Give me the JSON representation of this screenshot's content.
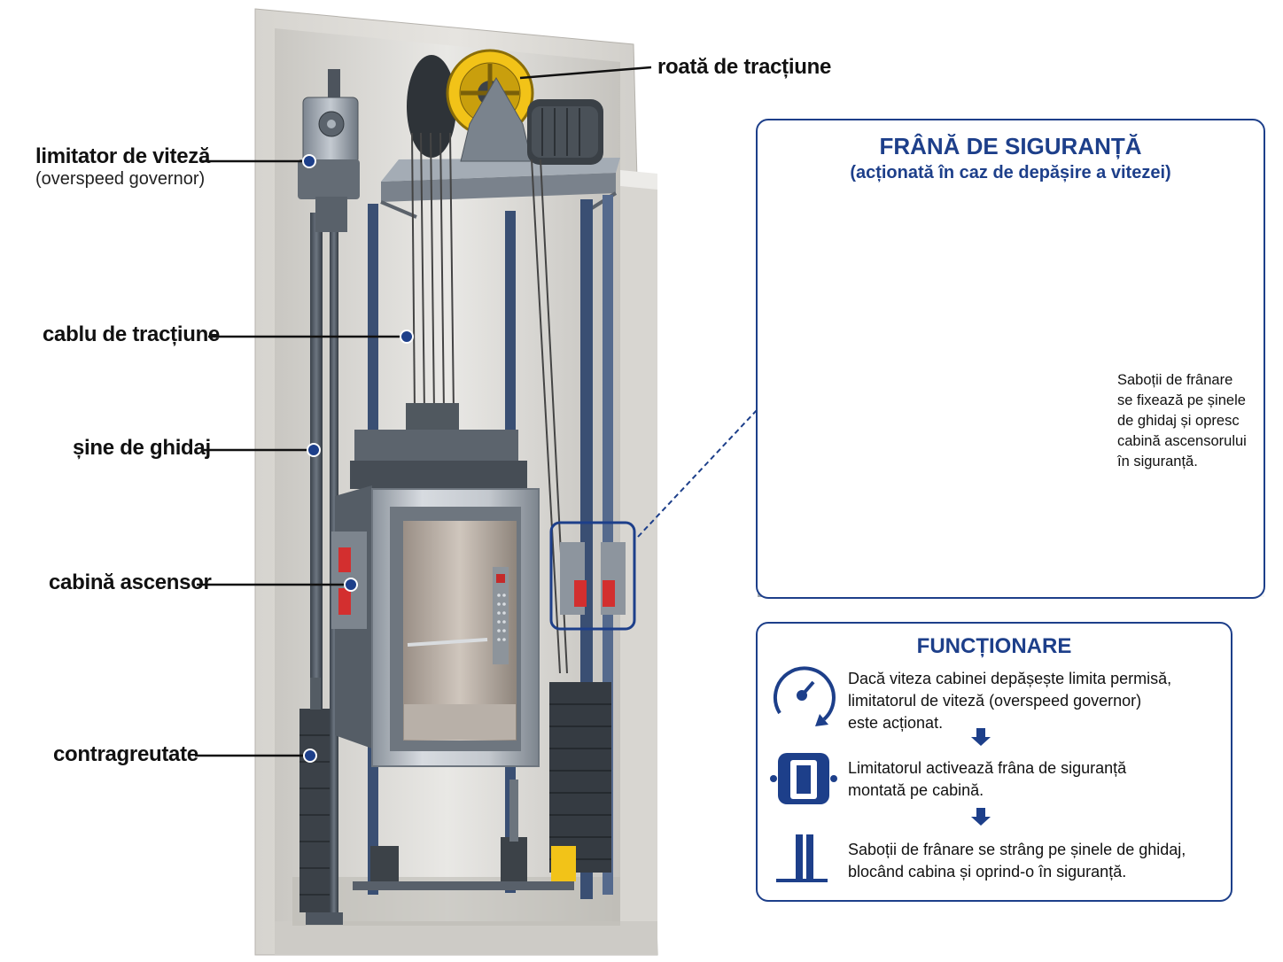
{
  "colors": {
    "accent_blue": "#1d3f8a",
    "brake_red": "#d32f2f",
    "sheave_yellow": "#f2c318",
    "concrete": "#dcdad5",
    "steel": "#9aa3ad"
  },
  "callouts": {
    "governor_main": "limitator de viteză",
    "governor_sub": "(overspeed governor)",
    "cable": "cablu de tracțiune",
    "rails": "șine de ghidaj",
    "cabin": "cabină ascensor",
    "counterweight": "contragreutate",
    "sheave": "roată de tracțiune"
  },
  "brake_panel": {
    "title": "FRÂNĂ DE SIGURANȚĂ",
    "subtitle": "(acționată în caz de depășire a vitezei)",
    "note_lines": [
      "Saboții de frânare",
      "se fixează pe șinele",
      "de ghidaj și opresc",
      "cabină ascensorului",
      "în siguranță."
    ]
  },
  "function_panel": {
    "title": "FUNCȚIONARE",
    "steps": [
      {
        "icon": "speedometer-icon",
        "lines": [
          "Dacă viteza cabinei depășește limita permisă,",
          "limitatorul de viteză (overspeed governor)",
          "este acționat."
        ]
      },
      {
        "icon": "brake-caliper-icon",
        "lines": [
          "Limitatorul activează frâna de siguranță",
          "montată pe cabină."
        ]
      },
      {
        "icon": "guide-rail-icon",
        "lines": [
          "Saboții de frânare se strâng pe șinele de ghidaj,",
          "blocând cabina și oprind-o în siguranță."
        ]
      }
    ]
  }
}
